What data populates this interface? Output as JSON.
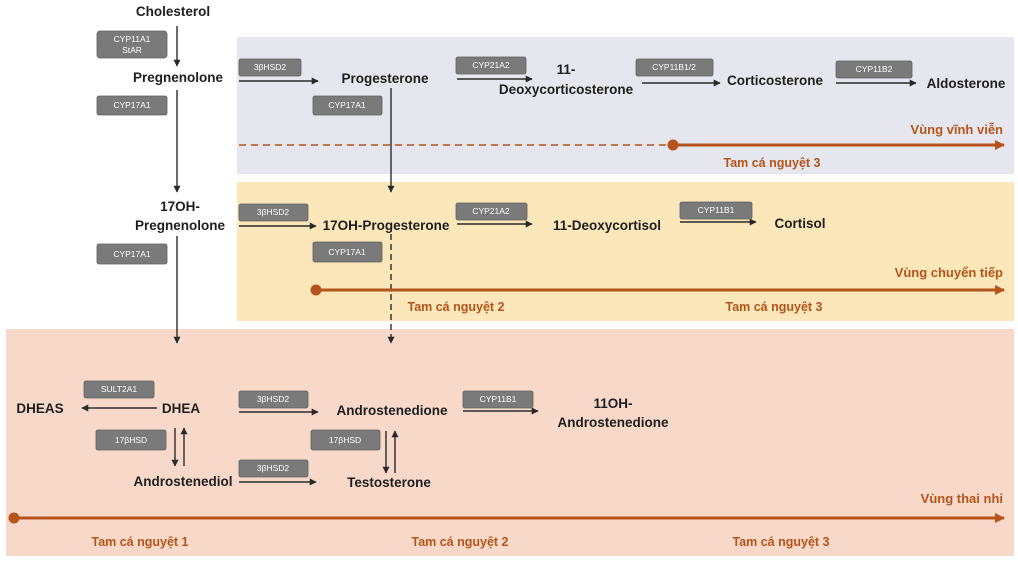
{
  "colors": {
    "zone_permanent": "#e6e6ee",
    "zone_transitional": "#fbe7b9",
    "zone_fetal": "#f8d9c9",
    "timeline": "#b5541a",
    "enzyme_box": "#7a7a7a",
    "arrow": "#2a2a2a"
  },
  "zones": {
    "permanent": {
      "label": "Vùng vĩnh viễn",
      "trimesters": [
        "Tam cá nguyệt 3"
      ]
    },
    "transitional": {
      "label": "Vùng chuyển tiếp",
      "trimesters": [
        "Tam cá nguyệt 2",
        "Tam cá nguyệt 3"
      ]
    },
    "fetal": {
      "label": "Vùng thai nhi",
      "trimesters": [
        "Tam cá nguyệt 1",
        "Tam cá nguyệt 2",
        "Tam cá nguyệt 3"
      ]
    }
  },
  "nodes": {
    "cholesterol": "Cholesterol",
    "pregnenolone": "Pregnenolone",
    "progesterone": "Progesterone",
    "deoxycorticosterone_1": "11-",
    "deoxycorticosterone_2": "Deoxycorticosterone",
    "corticosterone": "Corticosterone",
    "aldosterone": "Aldosterone",
    "oh_pregnenolone_1": "17OH-",
    "oh_pregnenolone_2": "Pregnenolone",
    "oh_progesterone": "17OH-Progesterone",
    "deoxycortisol": "11-Deoxycortisol",
    "cortisol": "Cortisol",
    "dheas": "DHEAS",
    "dhea": "DHEA",
    "androstenedione": "Androstenedione",
    "oh_androstenedione_1": "11OH-",
    "oh_androstenedione_2": "Androstenedione",
    "androstenediol": "Androstenediol",
    "testosterone": "Testosterone"
  },
  "enzymes": {
    "cyp11a1_star_1": "CYP11A1",
    "cyp11a1_star_2": "StAR",
    "hsd3b2_a": "3βHSD2",
    "cyp21a2_a": "CYP21A2",
    "cyp11b1_2": "CYP11B1/2",
    "cyp11b2": "CYP11B2",
    "cyp17a1_a": "CYP17A1",
    "cyp17a1_b": "CYP17A1",
    "hsd3b2_b": "3βHSD2",
    "cyp21a2_b": "CYP21A2",
    "cyp11b1_a": "CYP11B1",
    "cyp17a1_c": "CYP17A1",
    "cyp17a1_d": "CYP17A1",
    "sult2a1": "SULT2A1",
    "hsd3b2_c": "3βHSD2",
    "cyp11b1_b": "CYP11B1",
    "hsd17b_a": "17βHSD",
    "hsd17b_b": "17βHSD",
    "hsd3b2_d": "3βHSD2"
  }
}
